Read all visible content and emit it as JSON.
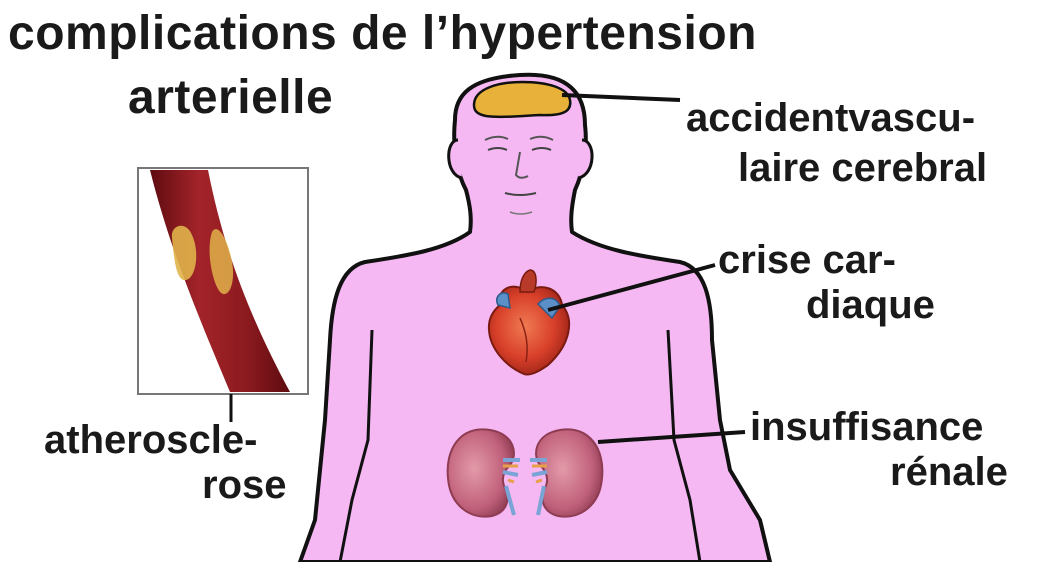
{
  "title": {
    "line1": "complications de l’hypertension",
    "line2": "arterielle"
  },
  "labels": {
    "avc_line1": "accidentvascu-",
    "avc_line2": "laire cerebral",
    "crise_line1": "crise car-",
    "crise_line2": "diaque",
    "insuff_line1": "insuffisance",
    "insuff_line2": "rénale",
    "athero_line1": "atheroscle-",
    "athero_line2": "rose"
  },
  "colors": {
    "skin": "#f5b8f2",
    "outline": "#111111",
    "brain_lesion": "#e8b13a",
    "artery": "#8a1a1e",
    "plaque": "#e0b24a",
    "heart": "#d8402a",
    "kidney": "#c0607a"
  }
}
